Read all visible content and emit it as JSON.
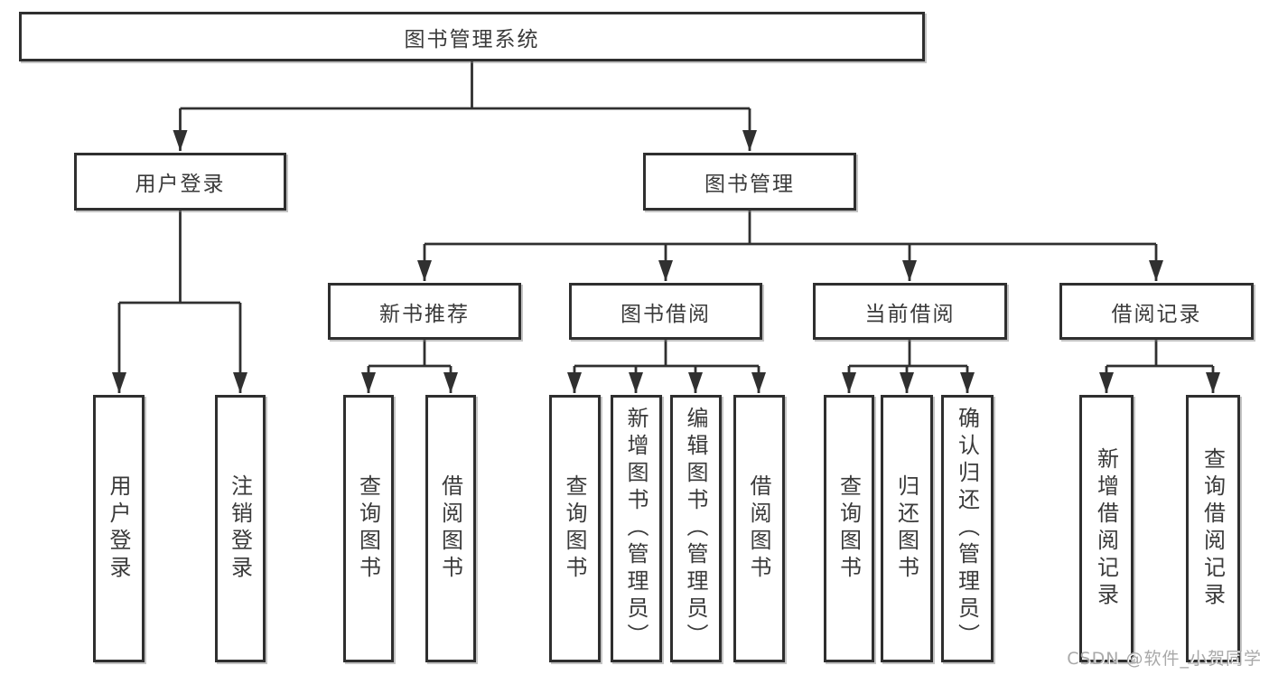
{
  "diagram": {
    "title": "图书管理系统",
    "branches": {
      "user_login": {
        "label": "用户登录",
        "children": {
          "c1": "用户登录",
          "c2": "注销登录"
        }
      },
      "book_mgmt": {
        "label": "图书管理",
        "sections": {
          "new_book": {
            "label": "新书推荐",
            "children": {
              "c1": "查询图书",
              "c2": "借阅图书"
            }
          },
          "borrow": {
            "label": "图书借阅",
            "children": {
              "c1": "查询图书",
              "c2": "新增图书（管理员）",
              "c3": "编辑图书（管理员）",
              "c4": "借阅图书"
            }
          },
          "current": {
            "label": "当前借阅",
            "children": {
              "c1": "查询图书",
              "c2": "归还图书",
              "c3": "确认归还（管理员）"
            }
          },
          "records": {
            "label": "借阅记录",
            "children": {
              "c1": "新增借阅记录",
              "c2": "查询借阅记录"
            }
          }
        }
      }
    }
  },
  "watermark": {
    "text": "CSDN @软件_小贺同学"
  },
  "colors": {
    "background": "#ffffff",
    "line": "#303030",
    "box_border": "#2f2f2f",
    "text": "#3a3a3a",
    "watermark": "#a9a9a9"
  }
}
